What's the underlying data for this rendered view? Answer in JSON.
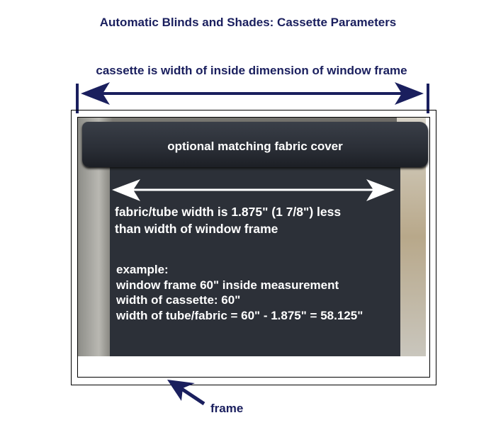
{
  "title": "Automatic Blinds and Shades: Cassette Parameters",
  "cassette_label": "cassette is width of inside dimension of window frame",
  "cover_label": "optional matching fabric cover",
  "fabric_lines": [
    "fabric/tube width is 1.875\" (1 7/8\") less",
    "than width of window frame"
  ],
  "example_lines": [
    "example:",
    "window frame 60\" inside measurement",
    "width of cassette: 60\"",
    "width of tube/fabric = 60\" - 1.875\" = 58.125\""
  ],
  "frame_label": "frame",
  "colors": {
    "annotation": "#1a1f5e",
    "fabric": "#2c3038"
  }
}
